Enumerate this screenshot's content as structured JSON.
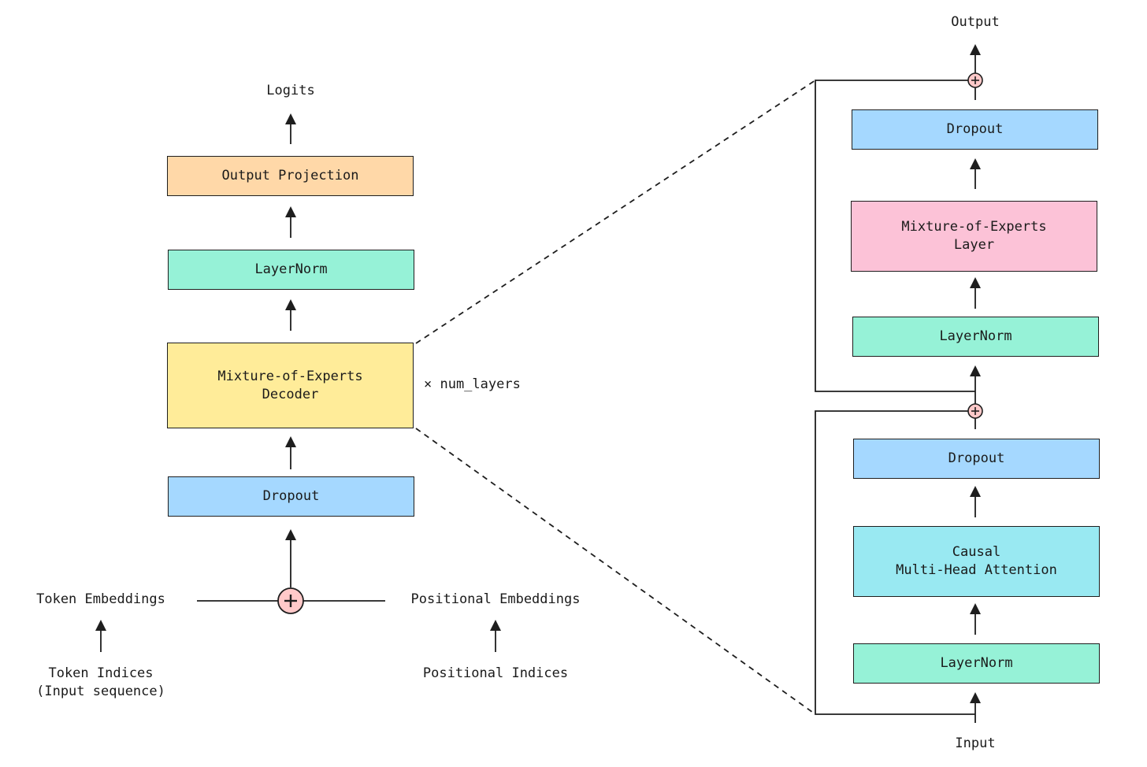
{
  "left": {
    "logits": "Logits",
    "output_projection": "Output Projection",
    "layernorm": "LayerNorm",
    "decoder": "Mixture-of-Experts\nDecoder",
    "repeat": "× num_layers",
    "dropout": "Dropout",
    "token_embeddings": "Token Embeddings",
    "positional_embeddings": "Positional Embeddings",
    "token_indices": "Token Indices\n(Input sequence)",
    "positional_indices": "Positional Indices"
  },
  "right": {
    "output": "Output",
    "dropout_top": "Dropout",
    "moe_layer": "Mixture-of-Experts\nLayer",
    "layernorm_top": "LayerNorm",
    "dropout_bottom": "Dropout",
    "attention": "Causal\nMulti-Head Attention",
    "layernorm_bottom": "LayerNorm",
    "input": "Input"
  },
  "colors": {
    "output_projection": "#ffd8a8",
    "layernorm": "#96f2d7",
    "decoder": "#ffec99",
    "dropout": "#a5d8ff",
    "moe_layer": "#fcc2d7",
    "attention": "#99e9f2",
    "add_node": "#ffc9c9"
  }
}
